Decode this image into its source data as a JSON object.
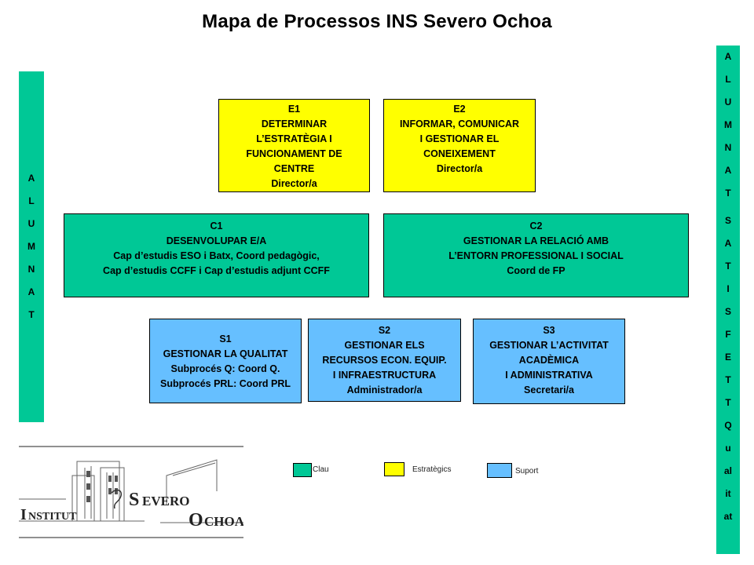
{
  "title": "Mapa de Processos INS Severo Ochoa",
  "colors": {
    "clau": "#00c896",
    "estrategics": "#ffff00",
    "suport": "#66bfff"
  },
  "left_bar": {
    "letters": [
      "A",
      "L",
      "U",
      "M",
      "N",
      "A",
      "T"
    ]
  },
  "right_bar": {
    "word1": [
      "A",
      "L",
      "U",
      "M",
      "N",
      "A",
      "T"
    ],
    "word2": [
      "S",
      "A",
      "T",
      "I",
      "S",
      "F",
      "E",
      "T",
      "T",
      "Q",
      "u",
      "al",
      "it",
      "at"
    ]
  },
  "strategic": [
    {
      "id": "E1",
      "lines": [
        "E1",
        "DETERMINAR",
        "L’ESTRATÈGIA I",
        "FUNCIONAMENT DE",
        "CENTRE",
        "Director/a"
      ]
    },
    {
      "id": "E2",
      "lines": [
        "E2",
        "INFORMAR, COMUNICAR",
        "I GESTIONAR EL",
        "CONEIXEMENT",
        "Director/a"
      ]
    }
  ],
  "key": [
    {
      "id": "C1",
      "lines": [
        "C1",
        "DESENVOLUPAR E/A",
        "Cap d’estudis ESO i Batx, Coord pedagògic,",
        "Cap d’estudis CCFF  i Cap d’estudis adjunt CCFF"
      ]
    },
    {
      "id": "C2",
      "lines": [
        "C2",
        "GESTIONAR LA RELACIÓ AMB",
        "L’ENTORN PROFESSIONAL I SOCIAL",
        "Coord de FP"
      ]
    }
  ],
  "support": [
    {
      "id": "S1",
      "lines": [
        "S1",
        "GESTIONAR LA QUALITAT",
        "Subprocés Q: Coord Q.",
        "Subprocés PRL: Coord PRL"
      ]
    },
    {
      "id": "S2",
      "lines": [
        "S2",
        "GESTIONAR ELS",
        "RECURSOS ECON. EQUIP.",
        "I INFRAESTRUCTURA",
        "Administrador/a"
      ]
    },
    {
      "id": "S3",
      "lines": [
        "S3",
        "GESTIONAR L’ACTIVITAT",
        "ACADÈMICA",
        "I ADMINISTRATIVA",
        "Secretari/a"
      ]
    }
  ],
  "legend": {
    "clau": "Clau",
    "estrategics": "Estratègics",
    "suport": "Suport"
  },
  "logo": {
    "text": "Institut Severo Ochoa"
  }
}
